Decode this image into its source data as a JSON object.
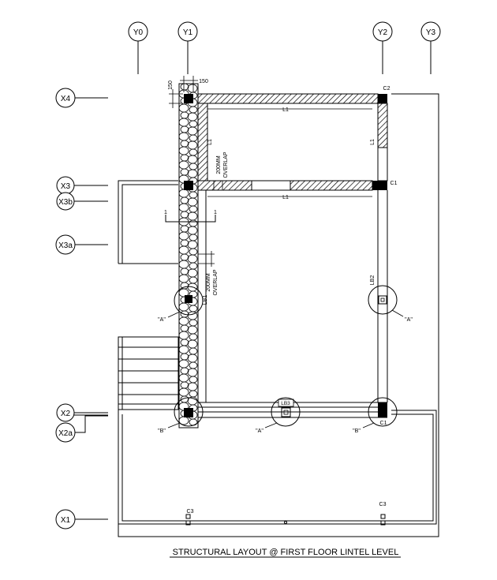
{
  "title": "STRUCTURAL LAYOUT @ FIRST FLOOR LINTEL LEVEL",
  "grid_y": [
    "Y0",
    "Y1",
    "Y2",
    "Y3"
  ],
  "grid_x": [
    "X4",
    "X3",
    "X3b",
    "X3a",
    "X2",
    "X2a",
    "X1"
  ],
  "dims": {
    "d150_top": "150",
    "d150_side": "150"
  },
  "beams": {
    "l1_top": "L1",
    "l1_mid": "L1",
    "l1_left": "L1",
    "l1_right": "L1",
    "lb2": "LB2",
    "lb1": "LB1",
    "lb3": "LB3"
  },
  "overlap": {
    "upper_1": "200MM",
    "upper_2": "OVERLAP",
    "lower_1": "200MM",
    "lower_2": "OVERLAP"
  },
  "columns": {
    "c1_mid": "C1",
    "c1_bottom": "C1",
    "c2": "C2",
    "c3_left": "C3",
    "c3_right": "C3"
  },
  "details": {
    "a_left": "\"A\"",
    "a_right": "\"A\"",
    "a_bottom": "\"A\"",
    "b_left": "\"B\"",
    "b_right": "\"B\""
  },
  "section": {
    "left": "1",
    "right": "1"
  }
}
